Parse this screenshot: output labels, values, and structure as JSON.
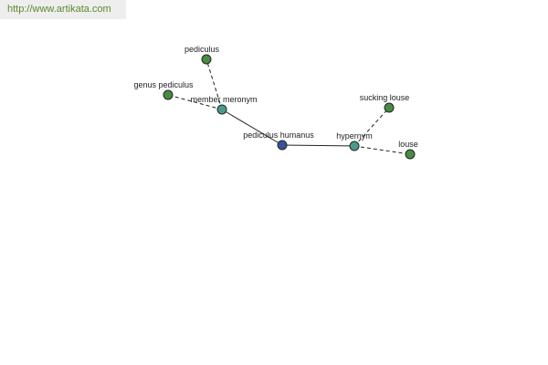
{
  "watermark": "http://www.artikata.com",
  "colors": {
    "center": "#3b4f9a",
    "relation": "#4a9a8c",
    "leaf": "#4a8a45",
    "edge": "#222222"
  },
  "nodes": {
    "pediculus_humanus": {
      "label": "pediculus humanus",
      "kind": "center"
    },
    "member_meronym": {
      "label": "member meronym",
      "kind": "relation"
    },
    "hypernym": {
      "label": "hypernym",
      "kind": "relation"
    },
    "pediculus": {
      "label": "pediculus",
      "kind": "leaf"
    },
    "genus_pediculus": {
      "label": "genus pediculus",
      "kind": "leaf"
    },
    "sucking_louse": {
      "label": "sucking louse",
      "kind": "leaf"
    },
    "louse": {
      "label": "louse",
      "kind": "leaf"
    }
  },
  "edges": [
    {
      "from": "pediculus_humanus",
      "to": "member_meronym",
      "style": "solid"
    },
    {
      "from": "pediculus_humanus",
      "to": "hypernym",
      "style": "solid"
    },
    {
      "from": "member_meronym",
      "to": "pediculus",
      "style": "dashed"
    },
    {
      "from": "member_meronym",
      "to": "genus_pediculus",
      "style": "dashed"
    },
    {
      "from": "hypernym",
      "to": "sucking_louse",
      "style": "dashed"
    },
    {
      "from": "hypernym",
      "to": "louse",
      "style": "dashed"
    }
  ]
}
